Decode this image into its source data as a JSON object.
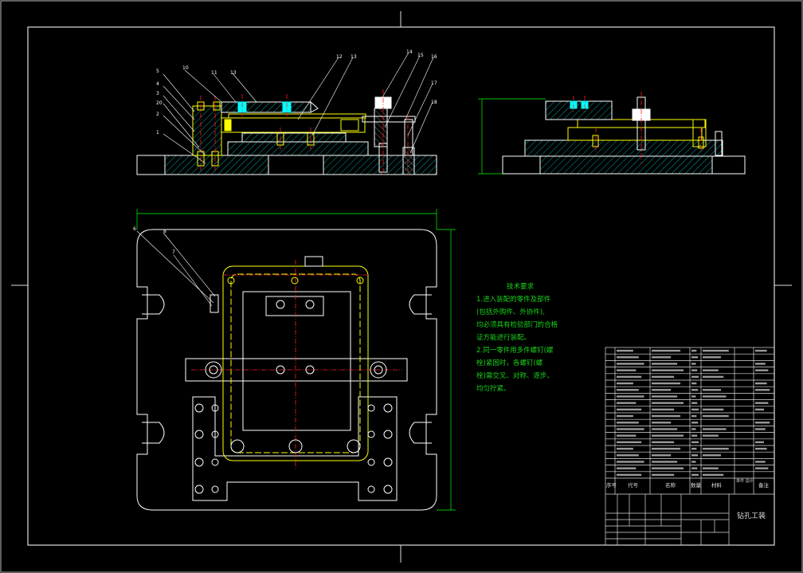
{
  "technical_notes": {
    "title": "技术要求",
    "lines": [
      "1.进入装配的零件及部件",
      "(包括外购件、外协件),",
      "均必须具有检验部门的合格",
      "证方能进行装配。",
      "2.同一零件用多件螺钉(螺",
      "栓)紧固时，各螺钉(螺",
      "栓)需交叉、对称、逐步、",
      "均匀拧紧。"
    ]
  },
  "title_block": {
    "drawing_name": "钻孔工装",
    "headers": {
      "seq": "序号",
      "code": "代号",
      "name": "名称",
      "qty": "数量",
      "material": "材料",
      "weight": "单件 总计",
      "note": "备注"
    }
  },
  "balloons": {
    "front_view": [
      "5",
      "4",
      "3",
      "20",
      "2",
      "1",
      "10",
      "11",
      "12",
      "13",
      "14",
      "15",
      "16",
      "17",
      "18"
    ],
    "top_view": [
      "6",
      "8",
      "7"
    ]
  },
  "colors": {
    "background": "#000000",
    "outline": "#ffffff",
    "part_lines": "#ffff00",
    "hatch": "#00d0d0",
    "centerline": "#ff2020",
    "dimension": "#00ff00",
    "highlight": "#00ffff",
    "leader": "#ffffff"
  }
}
